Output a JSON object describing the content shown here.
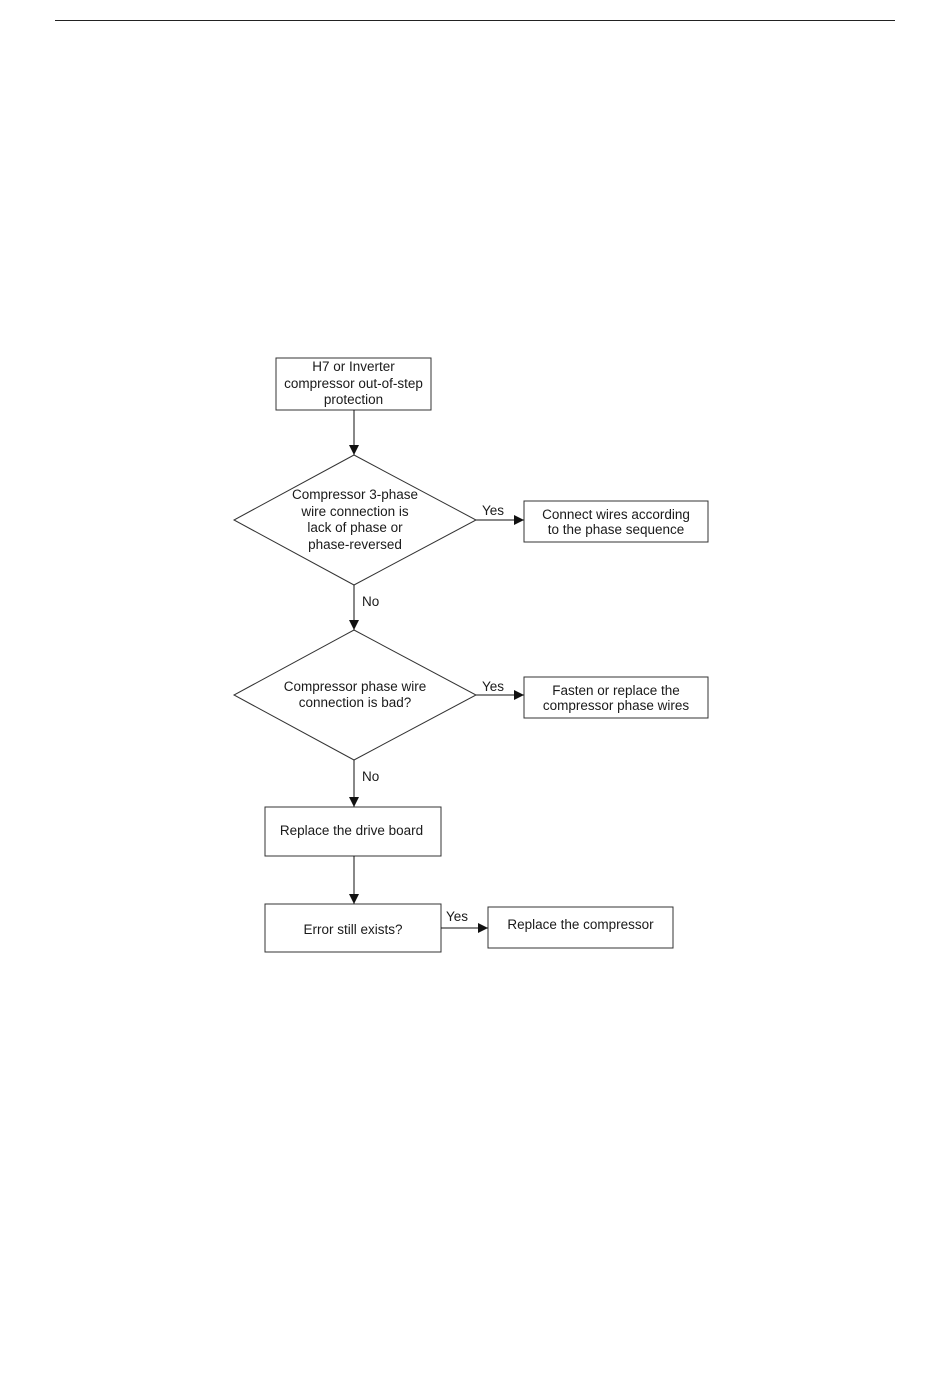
{
  "flowchart": {
    "nodes": {
      "start": "H7 or Inverter\ncompressor out-of-step\nprotection",
      "decision_phase_seq": "Compressor 3-phase\nwire connection is\nlack of phase or\nphase-reversed",
      "action_connect_wires": "Connect wires according\nto the phase sequence",
      "decision_wire_bad": "Compressor phase wire\nconnection is bad?",
      "action_fasten_wires": "Fasten or replace the\ncompressor phase wires",
      "action_replace_board": "Replace the drive board",
      "decision_error_exists": "Error still exists?",
      "action_replace_compressor": "Replace the compressor"
    },
    "edges": {
      "phase_seq_yes": "Yes",
      "phase_seq_no": "No",
      "wire_bad_yes": "Yes",
      "wire_bad_no": "No",
      "error_yes": "Yes"
    }
  }
}
